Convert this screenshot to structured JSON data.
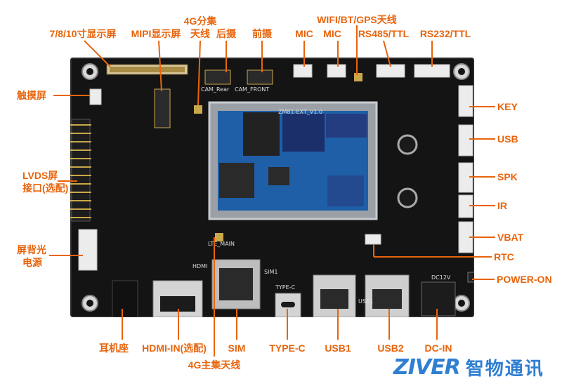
{
  "board": {
    "silkscreen_model": "ZM81-EXT_V1.0",
    "silk_cam_rear": "CAM_Rear",
    "silk_cam_front": "CAM_FRONT",
    "silk_hdmi": "HDMI",
    "silk_typec": "TYPE-C",
    "silk_usb1": "USB1",
    "silk_dc12v": "DC12V",
    "silk_sim": "SIM1",
    "silk_lte_main": "LTE_MAIN"
  },
  "labels": {
    "display_7_8_10": "7/8/10寸显示屏",
    "mipi_display": "MIPI显示屏",
    "lte_diversity_line1": "4G分集",
    "lte_diversity_line2": "天线",
    "rear_camera": "后摄",
    "front_camera": "前摄",
    "wifi_bt_gps": "WIFI/BT/GPS天线",
    "mic1": "MIC",
    "mic2": "MIC",
    "rs485": "RS485/TTL",
    "rs232": "RS232/TTL",
    "touch": "触摸屏",
    "lvds_line1": "LVDS屏",
    "lvds_line2": "接口(选配)",
    "backlight_line1": "屏背光",
    "backlight_line2": "电源",
    "key": "KEY",
    "usb": "USB",
    "spk": "SPK",
    "ir": "IR",
    "vbat": "VBAT",
    "rtc": "RTC",
    "power_on": "POWER-ON",
    "earphone": "耳机座",
    "hdmi_in": "HDMI-IN(选配)",
    "sim": "SIM",
    "type_c": "TYPE-C",
    "usb1": "USB1",
    "usb2": "USB2",
    "dc_in": "DC-IN",
    "lte_main": "4G主集天线"
  },
  "logo": {
    "mark": "ZIVER",
    "name": "智物通讯"
  },
  "colors": {
    "label": "#e8640c",
    "leader": "#e8640c",
    "pcb": "#141414",
    "logo": "#2f7fd2"
  }
}
